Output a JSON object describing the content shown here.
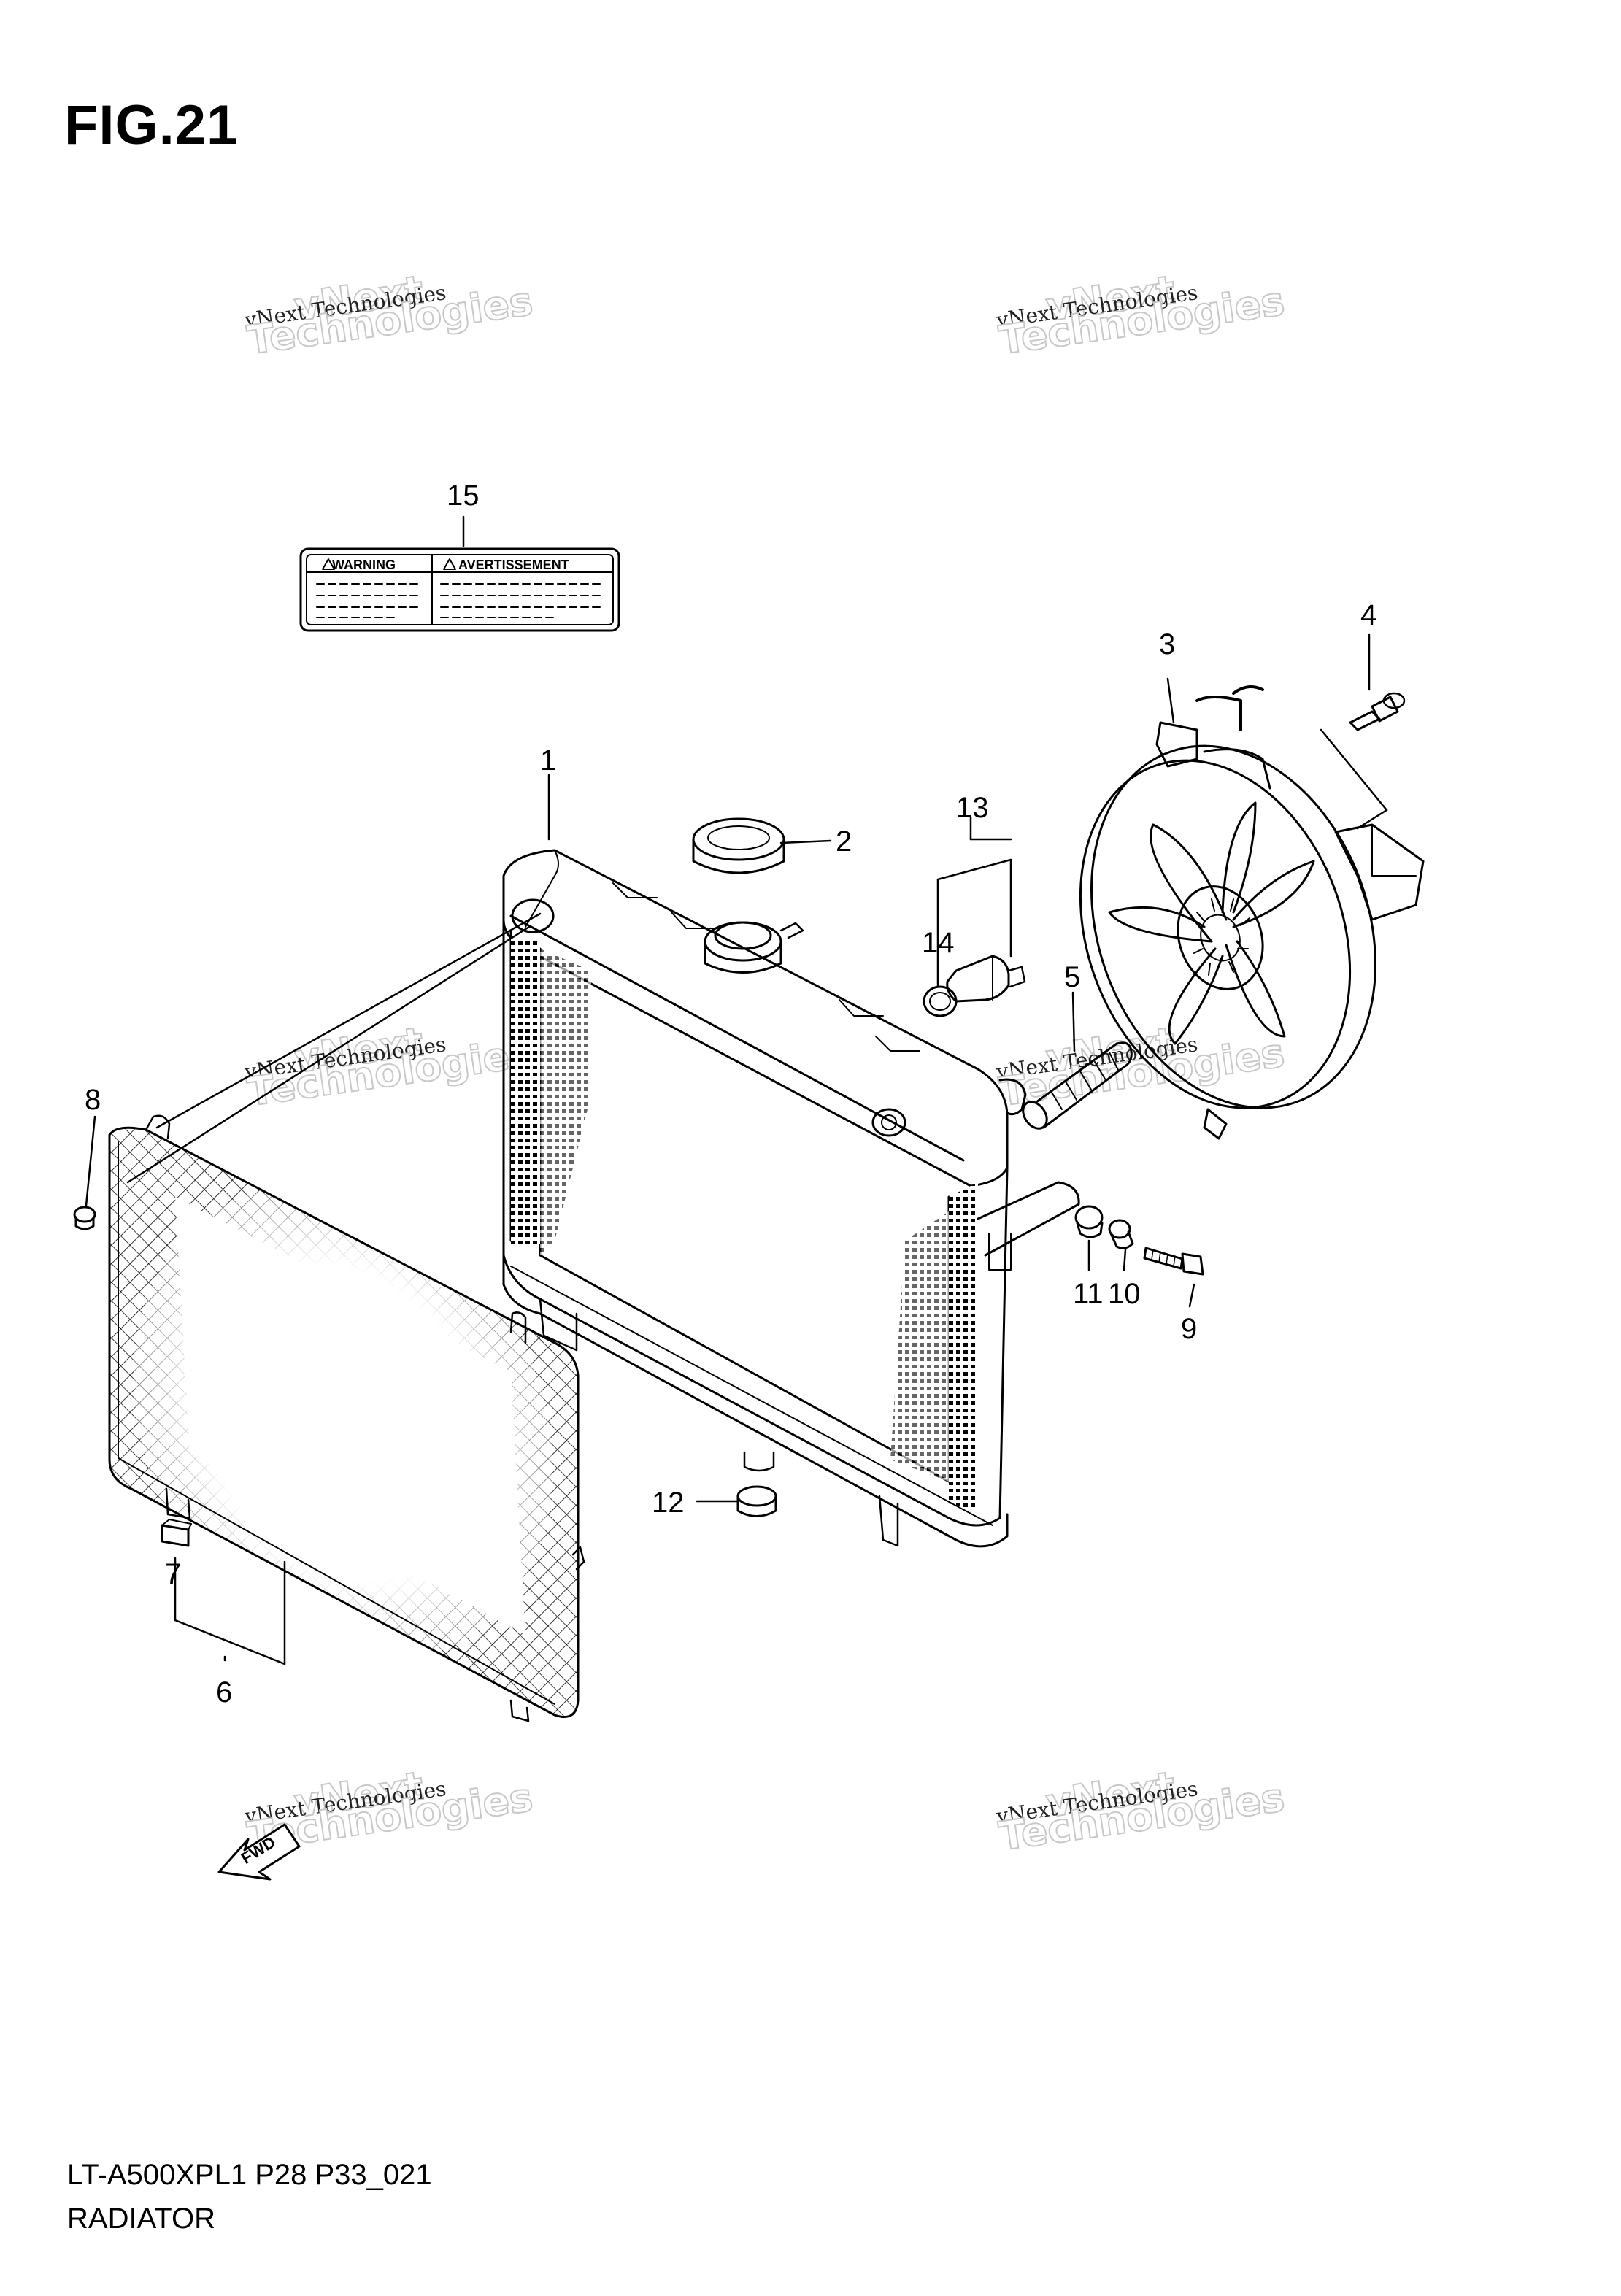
{
  "figure": {
    "title": "FIG.21",
    "model_line": "LT-A500XPL1 P28 P33_021",
    "caption": "RADIATOR"
  },
  "watermark": {
    "line_small": "vNext Technologies",
    "line_big_1": "vNext",
    "line_big_2": "Technologies"
  },
  "warning_label": {
    "left": "WARNING",
    "right": "AVERTISSEMENT"
  },
  "fwd_badge": "FWD",
  "callouts": {
    "c1": "1",
    "c2": "2",
    "c3": "3",
    "c4": "4",
    "c5": "5",
    "c6": "6",
    "c7": "7",
    "c8": "8",
    "c9": "9",
    "c10": "10",
    "c11": "11",
    "c12": "12",
    "c13": "13",
    "c14": "14",
    "c15": "15"
  }
}
